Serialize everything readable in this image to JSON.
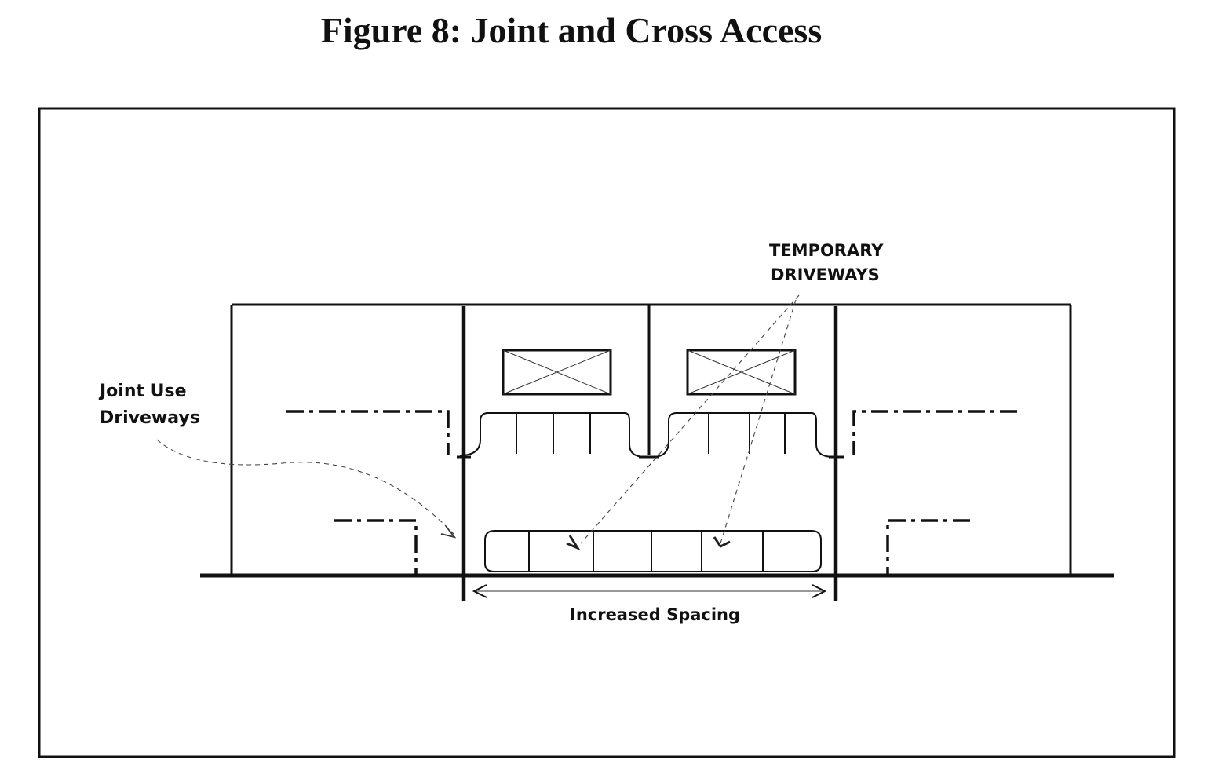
{
  "title": "Figure 8: Joint and Cross Access",
  "labels": {
    "joint_use_line1": "Joint Use",
    "joint_use_line2": "Driveways",
    "temporary_line1": "TEMPORARY",
    "temporary_line2": "DRIVEWAYS",
    "increased_spacing": "Increased Spacing"
  }
}
